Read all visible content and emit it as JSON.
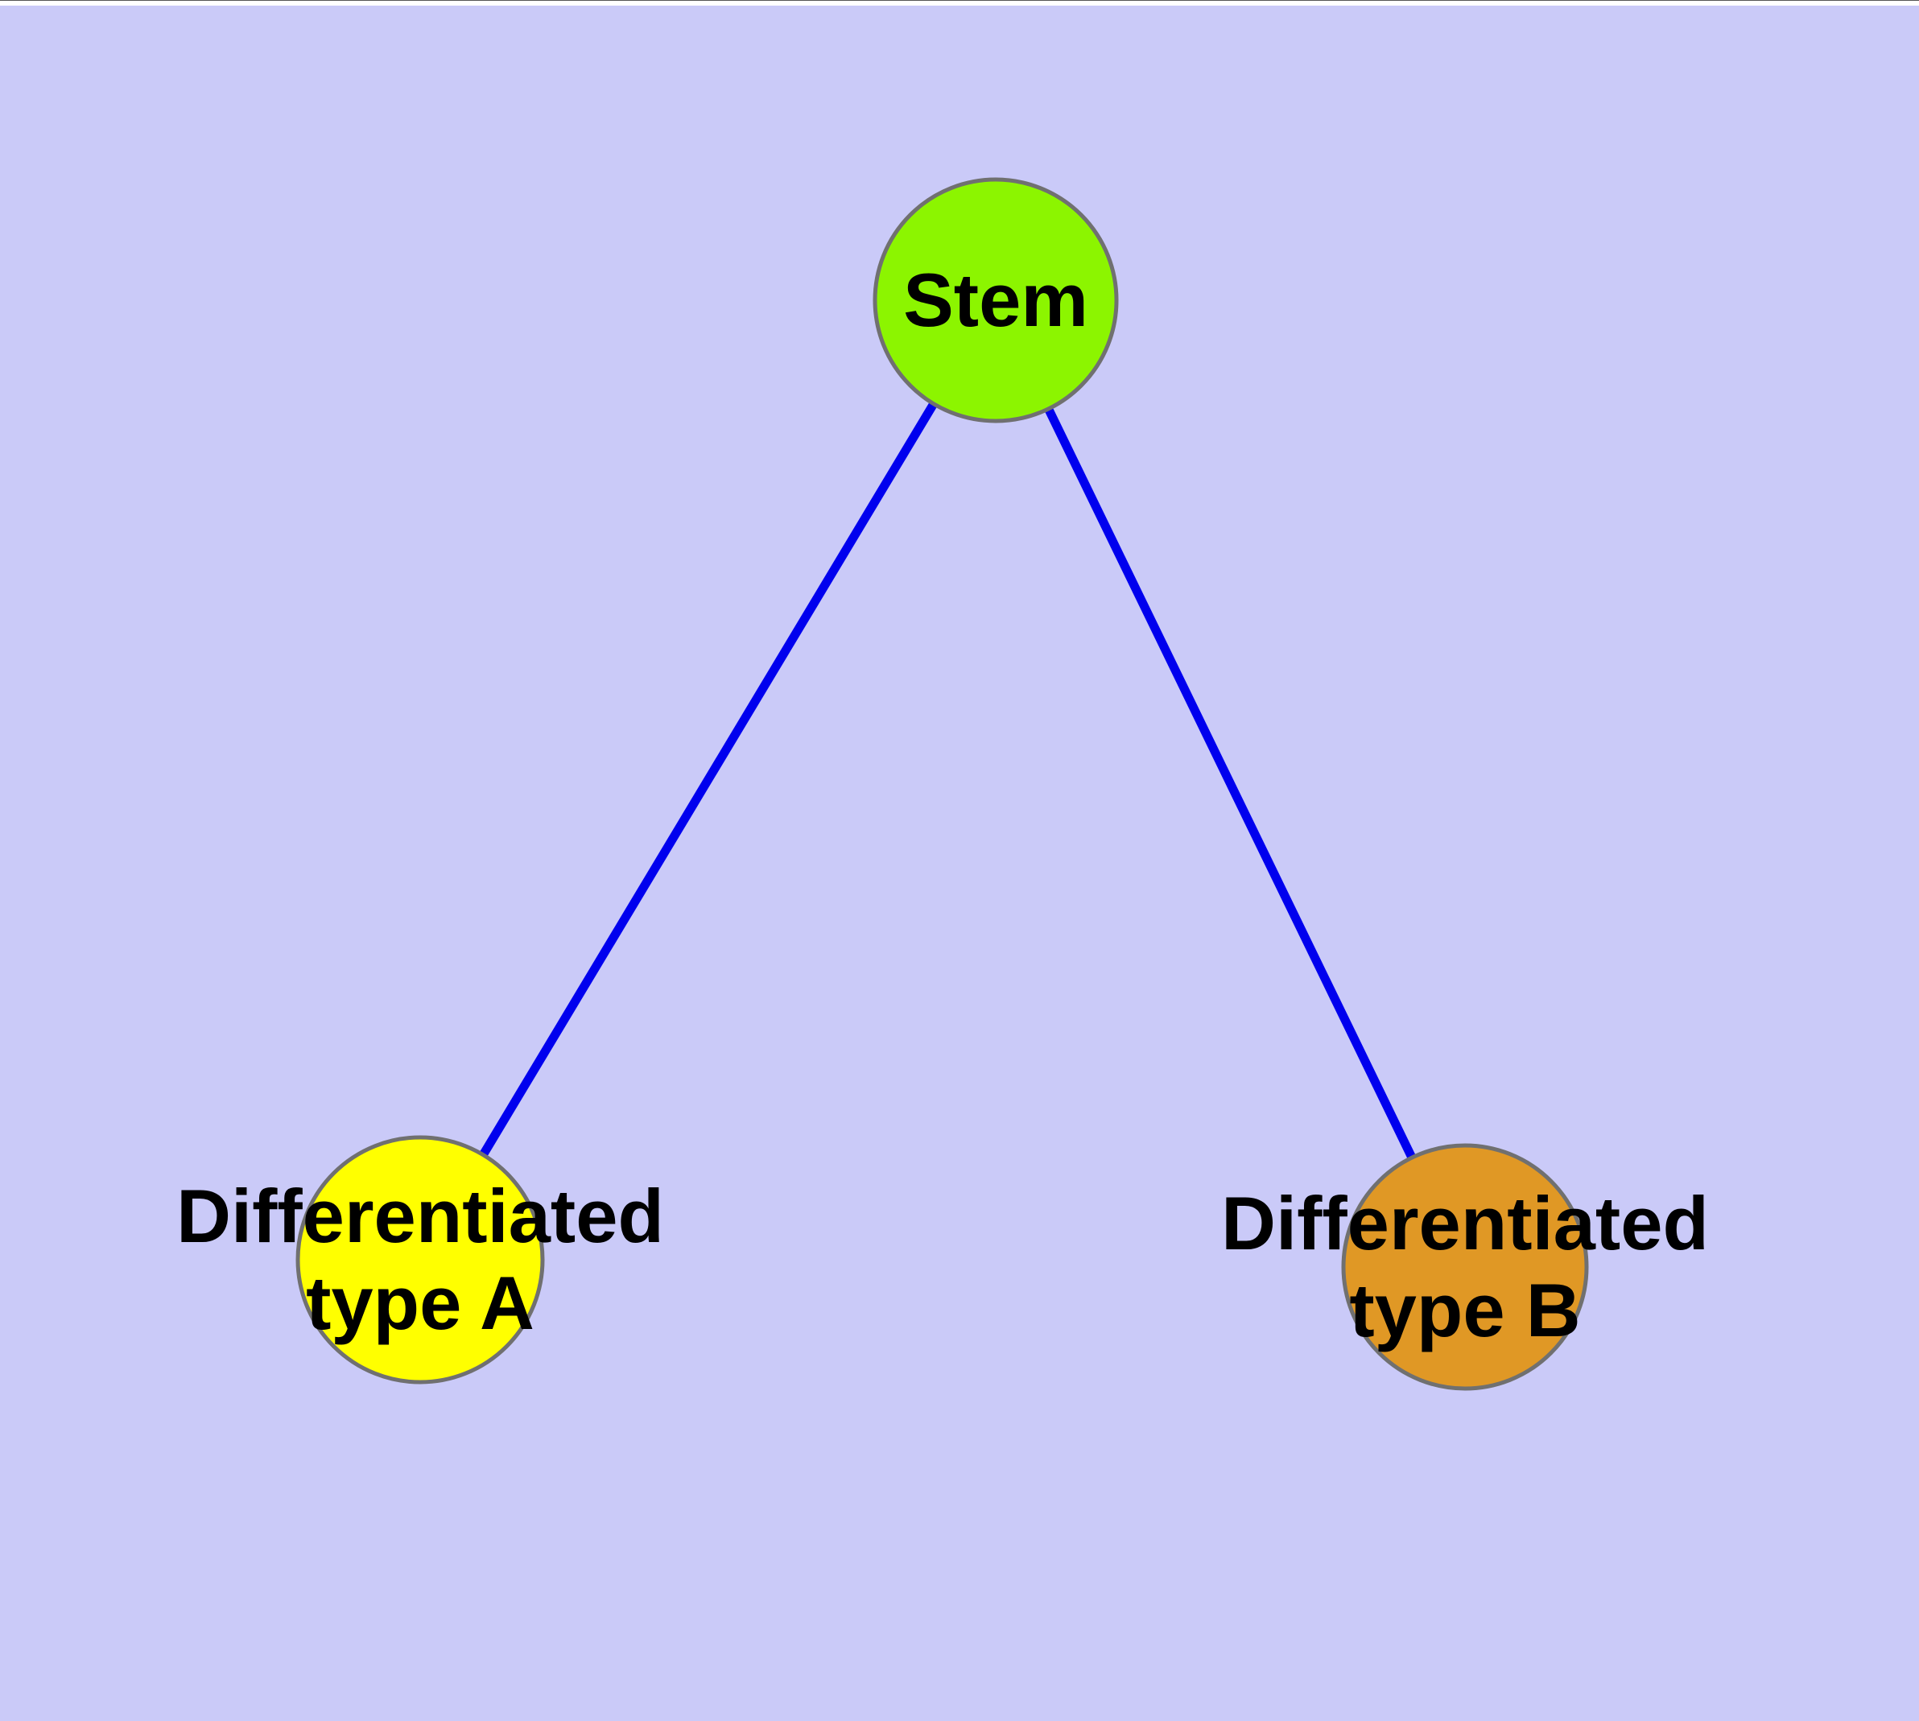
{
  "diagram": {
    "type": "node-link-graph",
    "background_color": "#CACAF8",
    "edge_color": "#0000EE",
    "edge_width": 11,
    "node_border_color": "#707070",
    "node_border_width": 5,
    "label_color": "#000000",
    "nodes": [
      {
        "id": "stem",
        "label": "Stem",
        "fill": "#8CF500"
      },
      {
        "id": "differentiated-type-a",
        "label": "Differentiated\ntype A",
        "fill": "#FFFF00"
      },
      {
        "id": "differentiated-type-b",
        "label": "Differentiated\ntype B",
        "fill": "#E09825"
      }
    ],
    "edges": [
      {
        "from": "stem",
        "to": "differentiated-type-a"
      },
      {
        "from": "stem",
        "to": "differentiated-type-b"
      }
    ]
  }
}
